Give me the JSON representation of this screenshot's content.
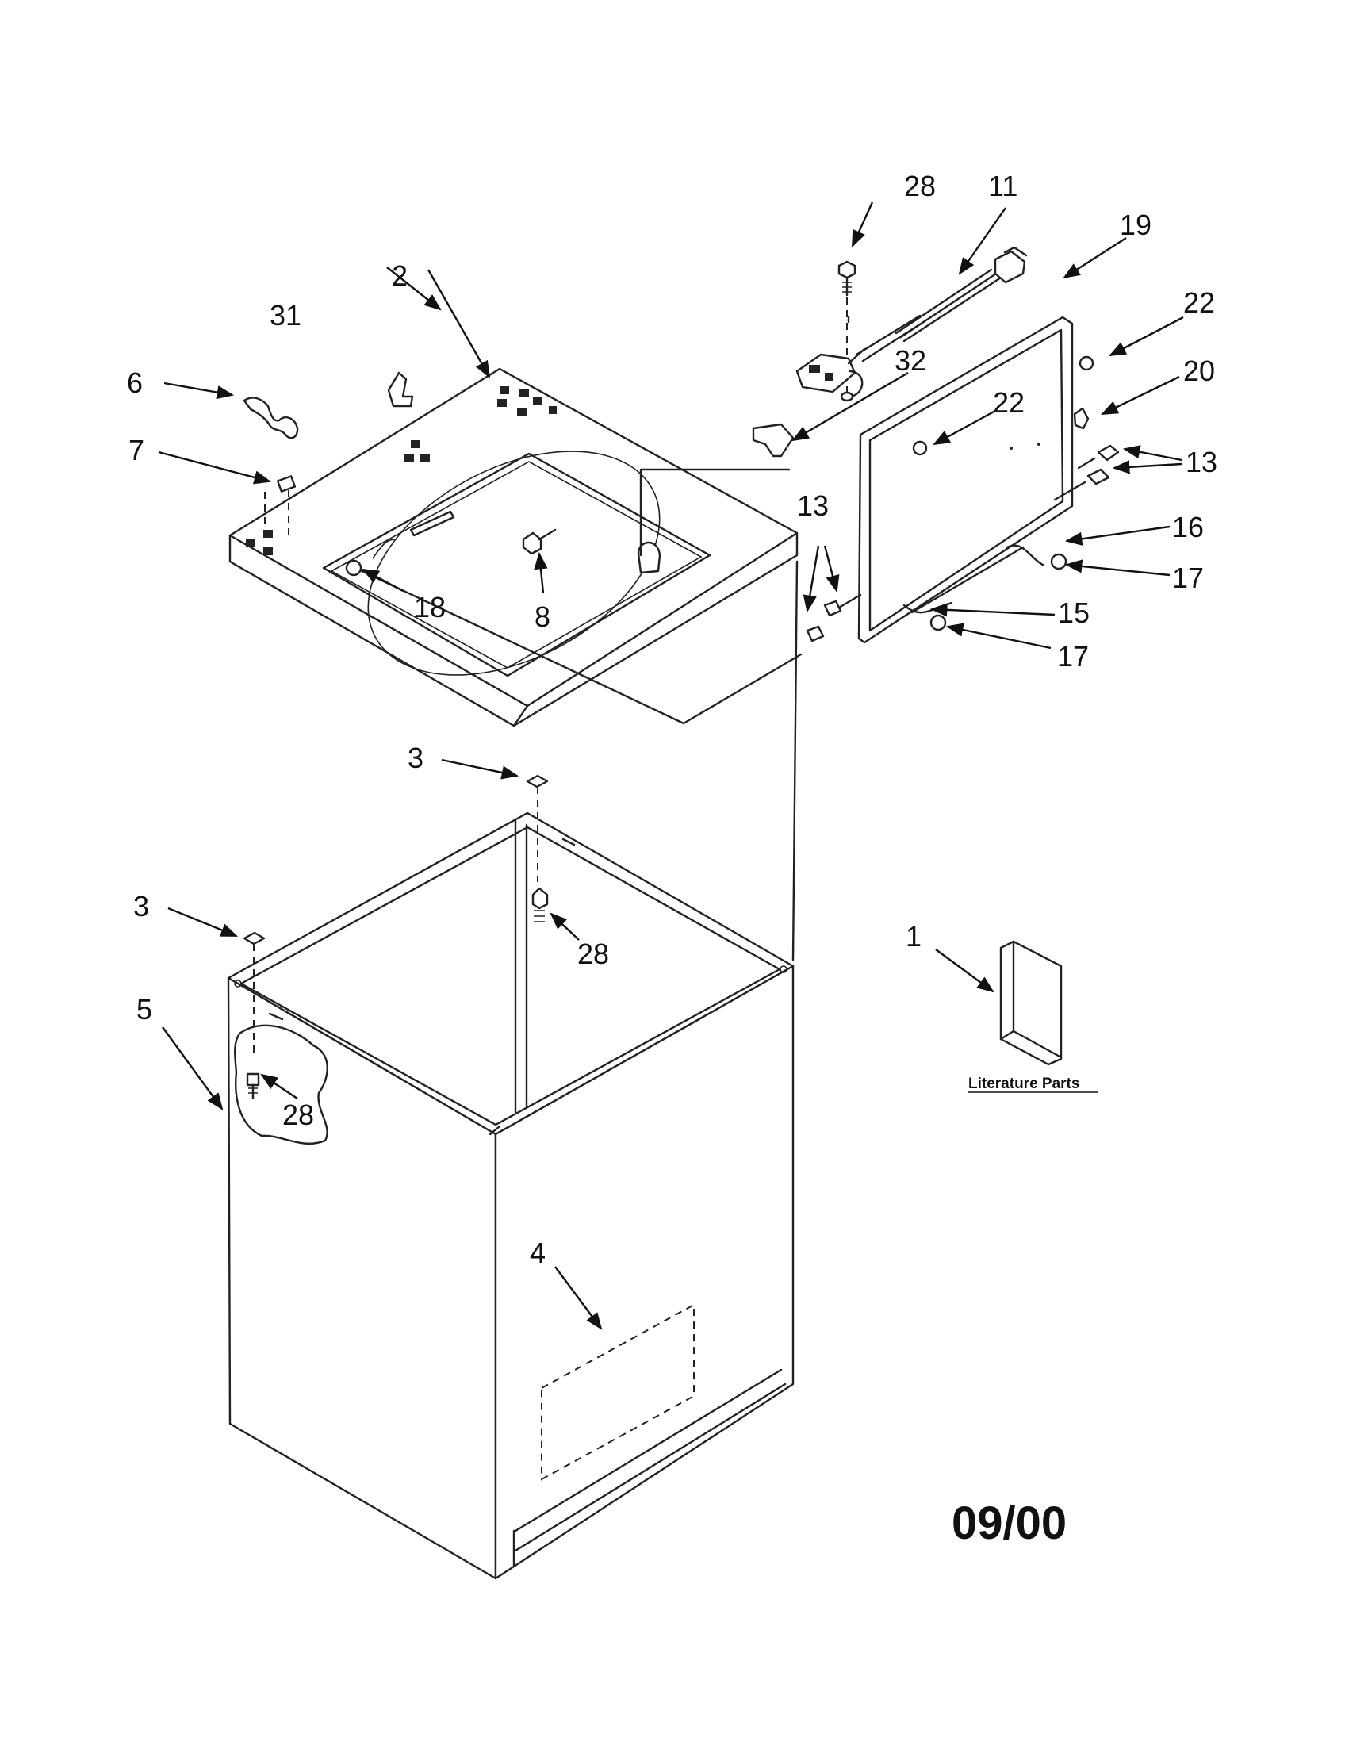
{
  "labels": {
    "c1": "1",
    "c2": "2",
    "c3a": "3",
    "c3b": "3",
    "c4": "4",
    "c5": "5",
    "c6": "6",
    "c7": "7",
    "c8": "8",
    "c11": "11",
    "c13a": "13",
    "c13b": "13",
    "c15": "15",
    "c16": "16",
    "c17a": "17",
    "c17b": "17",
    "c18": "18",
    "c19": "19",
    "c20": "20",
    "c22a": "22",
    "c22b": "22",
    "c28a": "28",
    "c28b": "28",
    "c28c": "28",
    "c31": "31",
    "c32": "32"
  },
  "literature_label": "Literature Parts",
  "date_code": "09/00"
}
